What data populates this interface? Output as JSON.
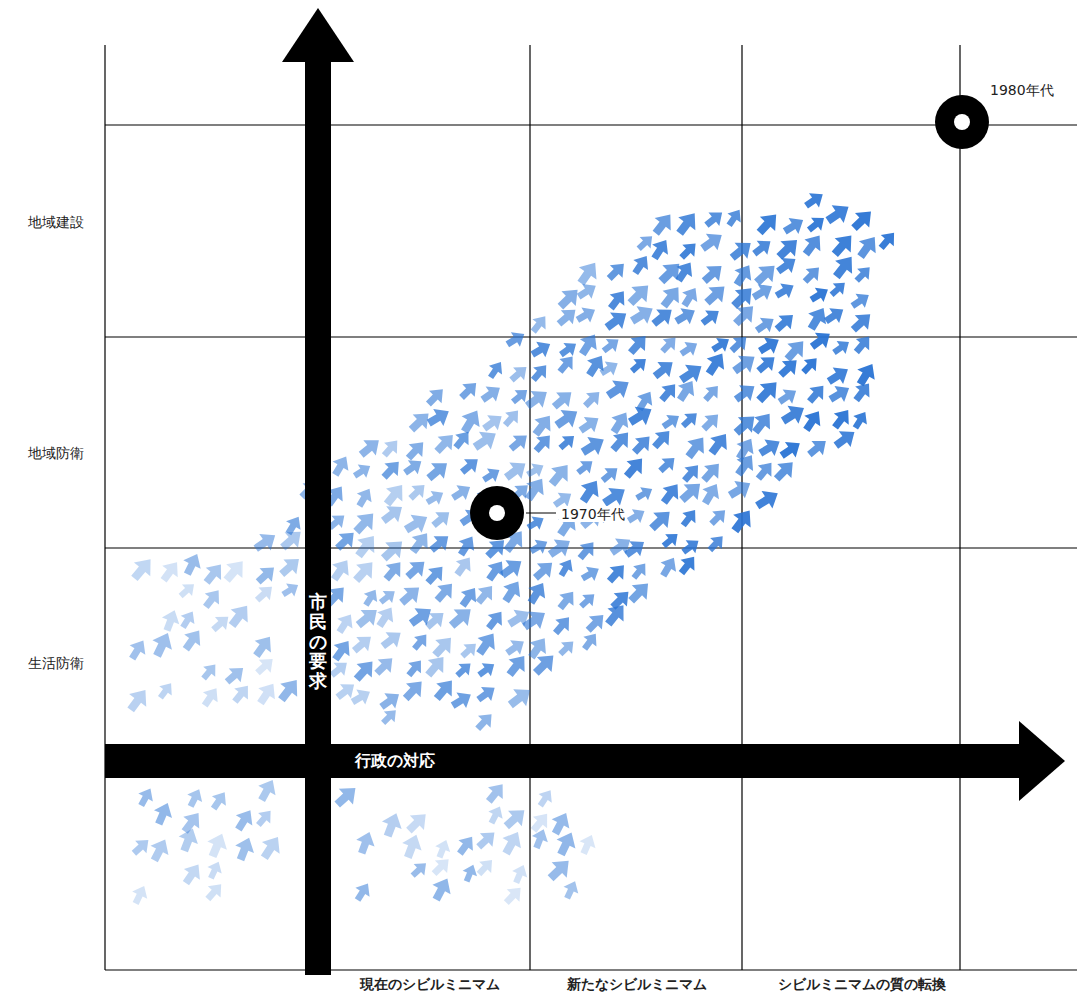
{
  "diagram": {
    "nodes": [
      {
        "text": [
          "市民の要求"
        ]
      },
      {
        "text": [
          "行政の対応"
        ]
      }
    ],
    "labels": [
      "地域建設",
      "地域防衛",
      "生活防衛",
      "1970年代",
      "1980年代",
      "現在のシビルミニマム",
      "新たなシビルミニマム",
      "シビルミニマムの質の転換"
    ]
  }
}
